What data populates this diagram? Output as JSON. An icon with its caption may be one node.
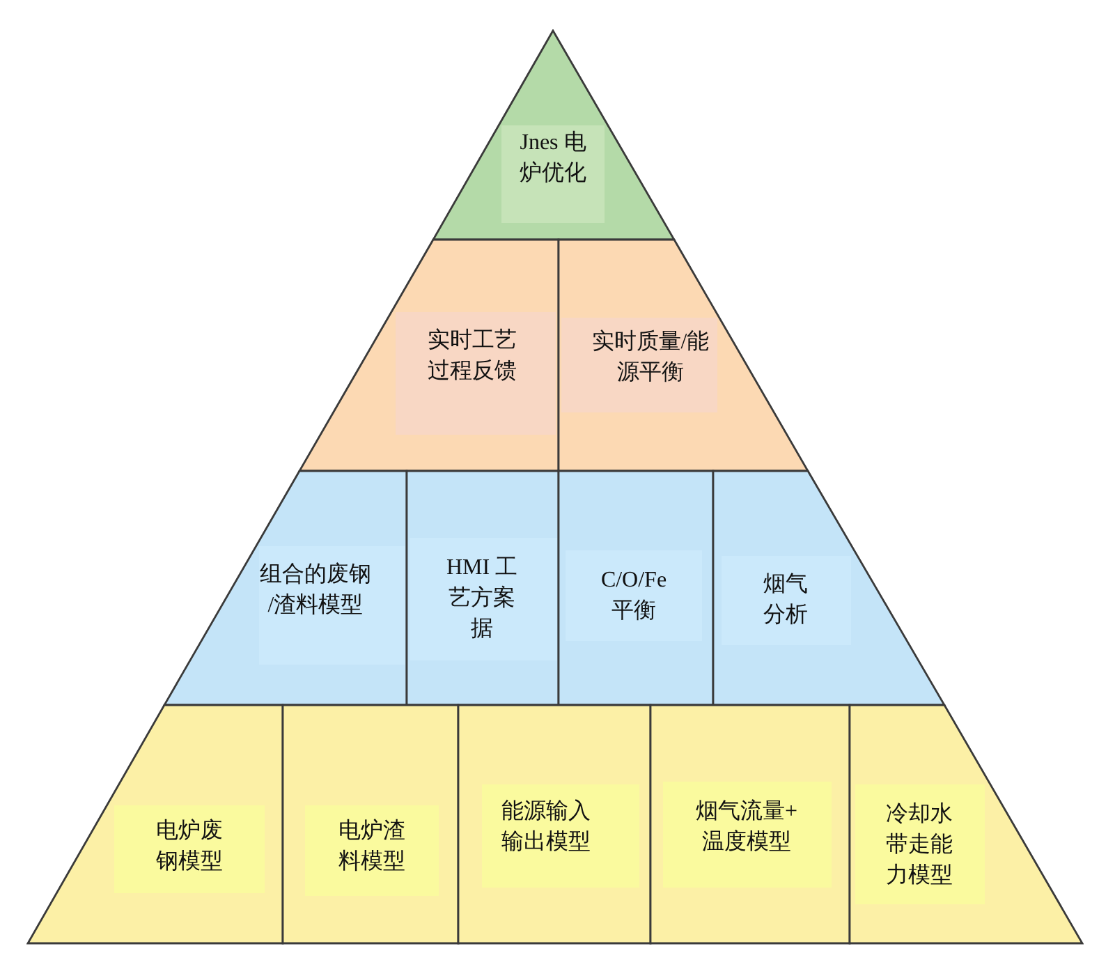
{
  "diagram": {
    "nodes": [
      {
        "text": [
          "Jnes 电炉优化"
        ]
      },
      {
        "text": [
          "实时工艺过程反馈"
        ]
      },
      {
        "text": [
          "实时质量/能源平衡"
        ]
      },
      {
        "text": [
          "组合的废钢/渣料模型"
        ]
      },
      {
        "text": [
          "HMI 工艺方案据"
        ]
      },
      {
        "text": [
          "C/O/Fe平衡"
        ]
      },
      {
        "text": [
          "烟气分析"
        ]
      },
      {
        "text": [
          "电炉废钢模型"
        ]
      },
      {
        "text": [
          "电炉渣料模型"
        ]
      },
      {
        "text": [
          "能源输入输出模型"
        ]
      },
      {
        "text": [
          "烟气流量+温度模型"
        ]
      },
      {
        "text": [
          "冷却水带走能力模型"
        ]
      }
    ]
  }
}
